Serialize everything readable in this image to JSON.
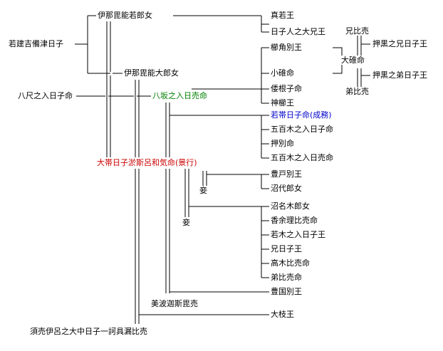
{
  "colors": {
    "line": "#000000",
    "green": "#008000",
    "blue": "#0000cc",
    "red": "#cc0000",
    "text": "#000000"
  },
  "people": {
    "wakatakekibitsuhiko": "若建吉備津日子",
    "iname_wakairatsume": "伊那毘能若郎女",
    "iname_oiratsume": "伊那毘能大郎女",
    "yatarinoirihiko": "八尺之入日子命",
    "yasakanoiribime": "八坂之入日売命",
    "keiko": "大帯日子淤斯呂和気命(景行)",
    "mawaka": "真若王",
    "hikohitonooe": "日子人之大兄王",
    "kushitsunuwake": "櫛角別王",
    "ousu": "小碓命",
    "yamatoneko": "倭根子命",
    "kamukushi": "神櫛王",
    "seimu": "若帯日子命(成務)",
    "iokiirihiko": "五百木之入日子命",
    "oshiwake": "押別命",
    "iokiiribime": "五百木之入日売命",
    "toyotowake": "豊戸別王",
    "numashiroiratsume": "沼代郎女",
    "nunakiiratsume": "沼名木郎女",
    "kagoyorihime": "香余理比売命",
    "wakakiirihiko": "若木之入日子王",
    "ehiko": "兄日子王",
    "takakihime": "高木比売命",
    "otohime": "弟比売命",
    "toyokuniwake": "豊国別王",
    "mihakashibime": "美波迦斯毘売",
    "oeda": "大枝王",
    "kamunagahime": "須売伊呂之大中日子一訶具漏比売",
    "ehime": "兄比売",
    "ousu_obito": "大碓命",
    "oshiguro_ehiko": "押黒之兄日子王",
    "oshiguro_otohiko": "押黒之弟日子王",
    "otohime2": "弟比売"
  },
  "markers": {
    "mekake1": "妾",
    "mekake2": "妾"
  }
}
